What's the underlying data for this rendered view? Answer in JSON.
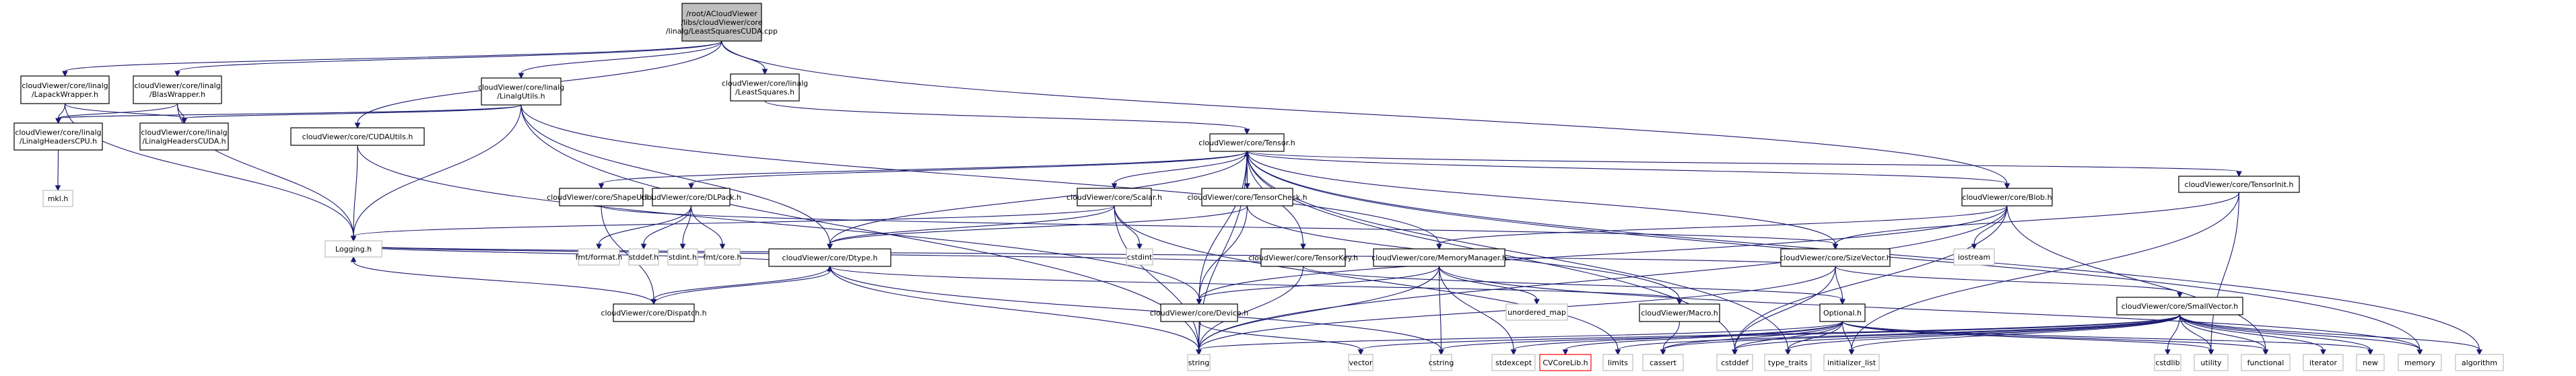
{
  "title": "Include dependency graph for LeastSquaresCUDA.cpp",
  "colors": {
    "edge": "#191970",
    "root_fill": "#bfbfbf",
    "node_border": "#000000",
    "external_border": "#bfbfbf",
    "missing_border": "#ff0000"
  },
  "nodes": [
    {
      "id": "root",
      "label": [
        "/root/ACloudViewer",
        "/libs/cloudViewer/core",
        "/linalg/LeastSquaresCUDA.cpp"
      ],
      "kind": "root"
    },
    {
      "id": "leastsquares",
      "label": [
        "cloudViewer/core/linalg",
        "/LeastSquares.h"
      ],
      "kind": "doc"
    },
    {
      "id": "lapack",
      "label": [
        "cloudViewer/core/linalg",
        "/LapackWrapper.h"
      ],
      "kind": "doc"
    },
    {
      "id": "blas",
      "label": [
        "cloudViewer/core/linalg",
        "/BlasWrapper.h"
      ],
      "kind": "doc"
    },
    {
      "id": "linalgutils",
      "label": [
        "cloudViewer/core/linalg",
        "/LinalgUtils.h"
      ],
      "kind": "doc"
    },
    {
      "id": "cpu",
      "label": [
        "cloudViewer/core/linalg",
        "/LinalgHeadersCPU.h"
      ],
      "kind": "doc"
    },
    {
      "id": "cuda",
      "label": [
        "cloudViewer/core/linalg",
        "/LinalgHeadersCUDA.h"
      ],
      "kind": "doc"
    },
    {
      "id": "mkl",
      "label": [
        "mkl.h"
      ],
      "kind": "ext"
    },
    {
      "id": "cudautils",
      "label": [
        "cloudViewer/core/CUDAUtils.h"
      ],
      "kind": "doc"
    },
    {
      "id": "logging",
      "label": [
        "Logging.h"
      ],
      "kind": "ext"
    },
    {
      "id": "tensor",
      "label": [
        "cloudViewer/core/Tensor.h"
      ],
      "kind": "doc"
    },
    {
      "id": "shapeutil",
      "label": [
        "cloudViewer/core/ShapeUtil.h"
      ],
      "kind": "doc"
    },
    {
      "id": "dlpack",
      "label": [
        "cloudViewer/core/DLPack.h"
      ],
      "kind": "doc"
    },
    {
      "id": "scalar",
      "label": [
        "cloudViewer/core/Scalar.h"
      ],
      "kind": "doc"
    },
    {
      "id": "tensorcheck",
      "label": [
        "cloudViewer/core/TensorCheck.h"
      ],
      "kind": "doc"
    },
    {
      "id": "blob",
      "label": [
        "cloudViewer/core/Blob.h"
      ],
      "kind": "doc"
    },
    {
      "id": "tensorinit",
      "label": [
        "cloudViewer/core/TensorInit.h"
      ],
      "kind": "doc"
    },
    {
      "id": "fmtformat",
      "label": [
        "fmt/format.h"
      ],
      "kind": "ext"
    },
    {
      "id": "stddef",
      "label": [
        "stddef.h"
      ],
      "kind": "ext"
    },
    {
      "id": "stdint",
      "label": [
        "stdint.h"
      ],
      "kind": "ext"
    },
    {
      "id": "fmtcore",
      "label": [
        "fmt/core.h"
      ],
      "kind": "ext"
    },
    {
      "id": "dtype",
      "label": [
        "cloudViewer/core/Dtype.h"
      ],
      "kind": "doc"
    },
    {
      "id": "cstdint",
      "label": [
        "cstdint"
      ],
      "kind": "ext"
    },
    {
      "id": "tensorkey",
      "label": [
        "cloudViewer/core/TensorKey.h"
      ],
      "kind": "doc"
    },
    {
      "id": "memmgr",
      "label": [
        "cloudViewer/core/MemoryManager.h"
      ],
      "kind": "doc"
    },
    {
      "id": "sizevector",
      "label": [
        "cloudViewer/core/SizeVector.h"
      ],
      "kind": "doc"
    },
    {
      "id": "iostream",
      "label": [
        "iostream"
      ],
      "kind": "ext"
    },
    {
      "id": "dispatch",
      "label": [
        "cloudViewer/core/Dispatch.h"
      ],
      "kind": "doc"
    },
    {
      "id": "device",
      "label": [
        "cloudViewer/core/Device.h"
      ],
      "kind": "doc"
    },
    {
      "id": "unorderedmap",
      "label": [
        "unordered_map"
      ],
      "kind": "ext"
    },
    {
      "id": "macro",
      "label": [
        "cloudViewer/Macro.h"
      ],
      "kind": "doc"
    },
    {
      "id": "optional",
      "label": [
        "Optional.h"
      ],
      "kind": "doc"
    },
    {
      "id": "smallvector",
      "label": [
        "cloudViewer/core/SmallVector.h"
      ],
      "kind": "doc"
    },
    {
      "id": "string",
      "label": [
        "string"
      ],
      "kind": "ext"
    },
    {
      "id": "vector",
      "label": [
        "vector"
      ],
      "kind": "ext"
    },
    {
      "id": "cstring",
      "label": [
        "cstring"
      ],
      "kind": "ext"
    },
    {
      "id": "stdexcept",
      "label": [
        "stdexcept"
      ],
      "kind": "ext"
    },
    {
      "id": "cvcorelib",
      "label": [
        "CVCoreLib.h"
      ],
      "kind": "red"
    },
    {
      "id": "limits",
      "label": [
        "limits"
      ],
      "kind": "ext"
    },
    {
      "id": "cassert",
      "label": [
        "cassert"
      ],
      "kind": "ext"
    },
    {
      "id": "cstddef",
      "label": [
        "cstddef"
      ],
      "kind": "ext"
    },
    {
      "id": "typetraits",
      "label": [
        "type_traits"
      ],
      "kind": "ext"
    },
    {
      "id": "initlist",
      "label": [
        "initializer_list"
      ],
      "kind": "ext"
    },
    {
      "id": "cstdlib",
      "label": [
        "cstdlib"
      ],
      "kind": "ext"
    },
    {
      "id": "utility",
      "label": [
        "utility"
      ],
      "kind": "ext"
    },
    {
      "id": "functional",
      "label": [
        "functional"
      ],
      "kind": "ext"
    },
    {
      "id": "iterator",
      "label": [
        "iterator"
      ],
      "kind": "ext"
    },
    {
      "id": "new",
      "label": [
        "new"
      ],
      "kind": "ext"
    },
    {
      "id": "memory",
      "label": [
        "memory"
      ],
      "kind": "ext"
    },
    {
      "id": "algorithm",
      "label": [
        "algorithm"
      ],
      "kind": "ext"
    }
  ],
  "edges": [
    [
      "root",
      "leastsquares"
    ],
    [
      "root",
      "lapack"
    ],
    [
      "root",
      "blas"
    ],
    [
      "root",
      "linalgutils"
    ],
    [
      "root",
      "cudautils"
    ],
    [
      "root",
      "blob"
    ],
    [
      "leastsquares",
      "tensor"
    ],
    [
      "lapack",
      "cpu"
    ],
    [
      "lapack",
      "cuda"
    ],
    [
      "lapack",
      "logging"
    ],
    [
      "blas",
      "cpu"
    ],
    [
      "blas",
      "cuda"
    ],
    [
      "blas",
      "logging"
    ],
    [
      "linalgutils",
      "cpu"
    ],
    [
      "linalgutils",
      "cuda"
    ],
    [
      "linalgutils",
      "logging"
    ],
    [
      "linalgutils",
      "dtype"
    ],
    [
      "linalgutils",
      "memmgr"
    ],
    [
      "linalgutils",
      "string"
    ],
    [
      "cpu",
      "mkl"
    ],
    [
      "cudautils",
      "logging"
    ],
    [
      "cudautils",
      "device"
    ],
    [
      "tensor",
      "shapeutil"
    ],
    [
      "tensor",
      "dlpack"
    ],
    [
      "tensor",
      "scalar"
    ],
    [
      "tensor",
      "tensorcheck"
    ],
    [
      "tensor",
      "blob"
    ],
    [
      "tensor",
      "tensorinit"
    ],
    [
      "tensor",
      "dtype"
    ],
    [
      "tensor",
      "device"
    ],
    [
      "tensor",
      "tensorkey"
    ],
    [
      "tensor",
      "sizevector"
    ],
    [
      "tensor",
      "string"
    ],
    [
      "tensor",
      "memory"
    ],
    [
      "tensor",
      "algorithm"
    ],
    [
      "tensor",
      "typetraits"
    ],
    [
      "tensor",
      "cstddef"
    ],
    [
      "shapeutil",
      "sizevector"
    ],
    [
      "shapeutil",
      "dispatch"
    ],
    [
      "dlpack",
      "fmtformat"
    ],
    [
      "dlpack",
      "stddef"
    ],
    [
      "dlpack",
      "stdint"
    ],
    [
      "dlpack",
      "fmtcore"
    ],
    [
      "scalar",
      "dtype"
    ],
    [
      "scalar",
      "cstdint"
    ],
    [
      "scalar",
      "string"
    ],
    [
      "scalar",
      "logging"
    ],
    [
      "scalar",
      "limits"
    ],
    [
      "tensorcheck",
      "tensor"
    ],
    [
      "tensorcheck",
      "device"
    ],
    [
      "tensorcheck",
      "dtype"
    ],
    [
      "tensorcheck",
      "macro"
    ],
    [
      "blob",
      "device"
    ],
    [
      "blob",
      "memmgr"
    ],
    [
      "blob",
      "iostream"
    ],
    [
      "blob",
      "cstddef"
    ],
    [
      "blob",
      "functional"
    ],
    [
      "blob",
      "string"
    ],
    [
      "tensorinit",
      "sizevector"
    ],
    [
      "tensorinit",
      "utility"
    ],
    [
      "tensorinit",
      "initlist"
    ],
    [
      "dtype",
      "dispatch"
    ],
    [
      "dtype",
      "logging"
    ],
    [
      "dtype",
      "string"
    ],
    [
      "dtype",
      "macro"
    ],
    [
      "dtype",
      "cstring"
    ],
    [
      "dispatch",
      "dtype"
    ],
    [
      "dispatch",
      "logging"
    ],
    [
      "tensorkey",
      "string"
    ],
    [
      "tensorkey",
      "optional"
    ],
    [
      "tensorkey",
      "logging"
    ],
    [
      "memmgr",
      "device"
    ],
    [
      "memmgr",
      "unorderedmap"
    ],
    [
      "memmgr",
      "cstring"
    ],
    [
      "memmgr",
      "stdexcept"
    ],
    [
      "memmgr",
      "string"
    ],
    [
      "memmgr",
      "memory"
    ],
    [
      "device",
      "string"
    ],
    [
      "device",
      "vector"
    ],
    [
      "sizevector",
      "optional"
    ],
    [
      "sizevector",
      "smallvector"
    ],
    [
      "sizevector",
      "cstddef"
    ],
    [
      "sizevector",
      "string"
    ],
    [
      "sizevector",
      "logging"
    ],
    [
      "macro",
      "cassert"
    ],
    [
      "optional",
      "cassert"
    ],
    [
      "optional",
      "cstddef"
    ],
    [
      "optional",
      "typetraits"
    ],
    [
      "optional",
      "initlist"
    ],
    [
      "optional",
      "utility"
    ],
    [
      "optional",
      "stdexcept"
    ],
    [
      "optional",
      "cvcorelib"
    ],
    [
      "optional",
      "string"
    ],
    [
      "optional",
      "functional"
    ],
    [
      "optional",
      "new"
    ],
    [
      "smallvector",
      "cstdlib"
    ],
    [
      "smallvector",
      "utility"
    ],
    [
      "smallvector",
      "functional"
    ],
    [
      "smallvector",
      "iterator"
    ],
    [
      "smallvector",
      "new"
    ],
    [
      "smallvector",
      "memory"
    ],
    [
      "smallvector",
      "algorithm"
    ],
    [
      "smallvector",
      "initlist"
    ],
    [
      "smallvector",
      "typetraits"
    ],
    [
      "smallvector",
      "cstddef"
    ],
    [
      "smallvector",
      "limits"
    ],
    [
      "smallvector",
      "cassert"
    ],
    [
      "smallvector",
      "cstring"
    ],
    [
      "smallvector",
      "vector"
    ]
  ]
}
